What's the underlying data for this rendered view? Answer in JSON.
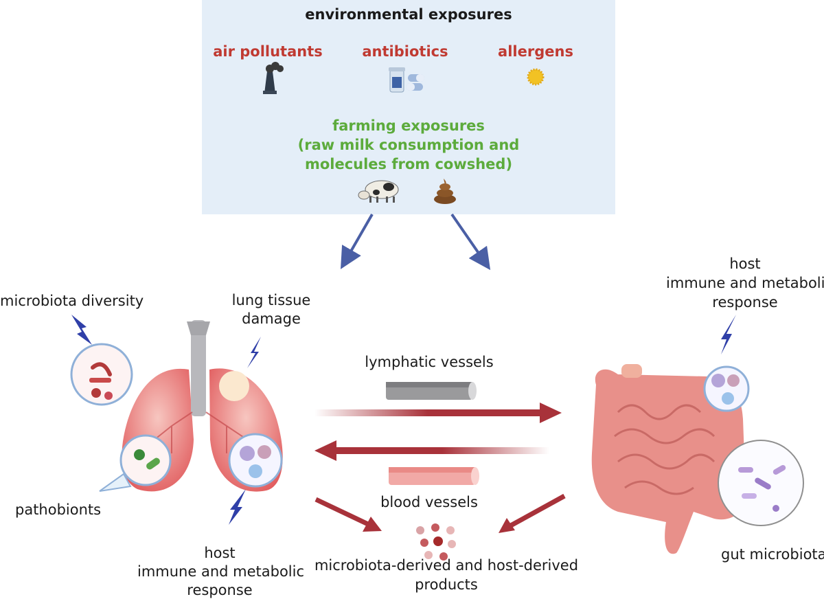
{
  "environment": {
    "title": "environmental exposures",
    "exposures": [
      "air pollutants",
      "antibiotics",
      "allergens"
    ],
    "farming": [
      "farming exposures",
      "(raw milk consumption and",
      "molecules from cowshed)"
    ]
  },
  "lung": {
    "microbiota_diversity": "microbiota diversity",
    "tissue_damage": [
      "lung tissue",
      "damage"
    ],
    "pathobionts": "pathobionts",
    "host_response": [
      "host",
      "immune and metabolic",
      "response"
    ]
  },
  "transport": {
    "lymphatic": "lymphatic vessels",
    "blood": "blood vessels"
  },
  "products": [
    "microbiota-derived and host-derived",
    "products"
  ],
  "gut": {
    "host_response": [
      "host",
      "immune and metabolic",
      "response"
    ],
    "microbiota": "gut microbiota"
  },
  "colors": {
    "exposure_red": "#c03a32",
    "farming_green": "#5cab3c",
    "arrow_blue": "#4a5fa5",
    "arrow_red": "#a8323a",
    "bolt_blue": "#2f3fa8",
    "box_bg": "#e4eef8"
  }
}
